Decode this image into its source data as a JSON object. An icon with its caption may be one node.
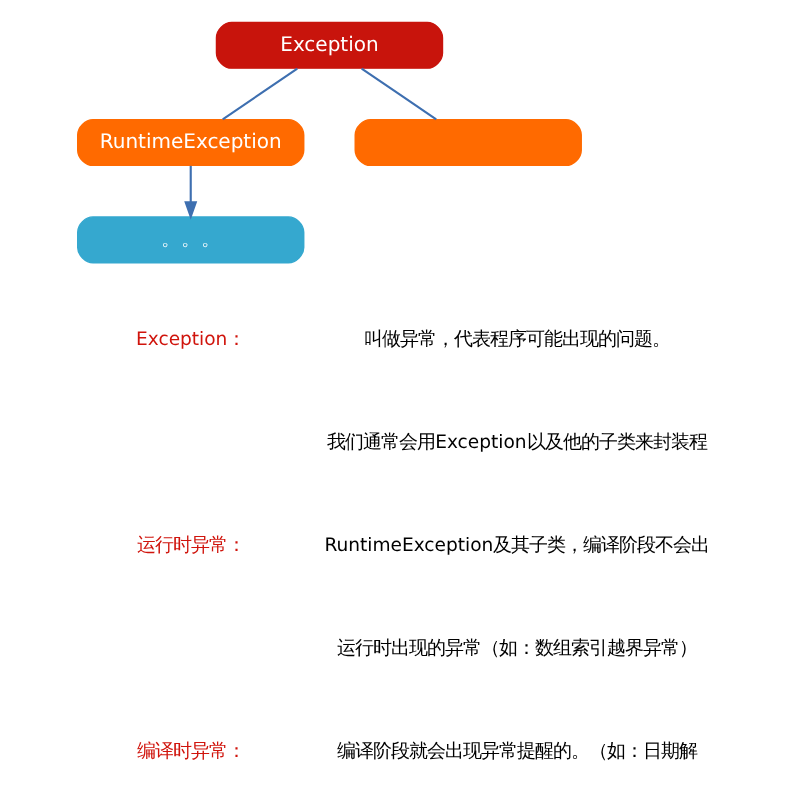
{
  "diagram": {
    "nodes": [
      {
        "text": [
          "Exception"
        ]
      },
      {
        "text": [
          "RuntimeException"
        ]
      },
      {
        "text": [],
        "shape": "box"
      },
      {
        "text": [
          "。。。"
        ]
      }
    ],
    "edges": [
      {
        "from": 0,
        "to": 1,
        "arrow": "none"
      },
      {
        "from": 0,
        "to": 2,
        "arrow": "none"
      },
      {
        "from": 1,
        "to": 3,
        "arrow": "to"
      }
    ],
    "labels": [
      "Exception：",
      "叫做异常，代表程序可能出现的问题。",
      "我们通常会用Exception以及他的子类来封装程",
      "运行时异常：",
      "RuntimeException及其子类，编译阶段不会出",
      "运行时出现的异常（如：数组索引越界异常）",
      "编译时异常：",
      "编译阶段就会出现异常提醒的。（如：日期解"
    ]
  }
}
